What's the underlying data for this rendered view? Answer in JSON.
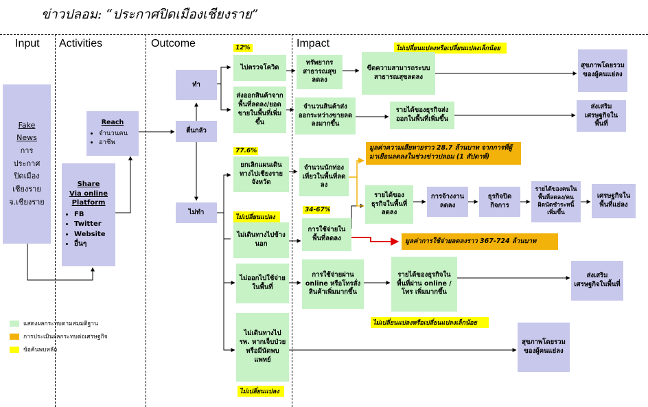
{
  "title": "ข่าวปลอม: “ประกาศปิดเมืองเชียงราย”",
  "columns": {
    "input": "Input",
    "activities": "Activities",
    "outcome": "Outcome",
    "impact": "Impact"
  },
  "input": {
    "line1": "Fake",
    "line2": "News",
    "line3": "การ",
    "line4": "ประกาศ",
    "line5": "ปิดเมือง",
    "line6": "เชียงราย",
    "line7": "จ.เชียงราย"
  },
  "activities": {
    "reach": {
      "title": "Reach",
      "items": [
        "จำนวนคน",
        "อาชีพ"
      ]
    },
    "share": {
      "title_1": "Share",
      "title_2": "Via online",
      "title_3": "Platform",
      "items": [
        "FB",
        "Twitter",
        "Website",
        "อื่นๆ"
      ]
    }
  },
  "outcome": {
    "panic": "ตื่นกลัว",
    "do": "ทำ",
    "not_do": "ไม่ทำ"
  },
  "nodes": {
    "go_covid": "ไปตรวจโควิด",
    "export_goods": "ส่งออกสินค้าจากพื้นที่ลดลง/ยอดขายในพื้นที่เพิ่มขึ้น",
    "resources": "ทรัพยากรสาธารณสุขลดลง",
    "health_capacity": "ขีดความสามารถระบบสาธารณสุขลดลง",
    "health_wellbeing_1": "สุขภาพโดยรวมของผู้คนแย่ลง",
    "goods_qty": "จำนวนสินค้าส่งออกระหว่างขายลดลงมากขึ้น",
    "revenue_rise": "รายได้ของธุรกิจส่งออกในพื้นที่เพิ่มขึ้น",
    "promote_econ_1": "ส่งเสริมเศรษฐกิจในพื้นที่",
    "cancel_travel": "ยกเลิกแผนเดินทางไปเชียงรายจังหวัด",
    "tourists_drop": "จำนวนนักท่องเที่ยวในพื้นที่ลดลง",
    "biz_income_drop": "รายได้ของธุรกิจในพื้นที่ลดลง",
    "employment": "การจ้างงานลดลง",
    "biz_close": "ธุรกิจปิดกิจการ",
    "debt": "รายได้ของคนในพื้นที่ลดลง/คนผิดนัดชำระหนี้เพิ่มขึ้น",
    "econ_worse": "เศรษฐกิจในพื้นที่แย่ลง",
    "no_travel_out": "ไม่เดินทางไปข้างนอก",
    "spend_drop": "การใช้จ่ายในพื้นที่ลดลง",
    "no_spend_local": "ไม่ออกไปใช้จ่ายในพื้นที่",
    "online_spend": "การใช้จ่ายผ่าน online หรือโทรสั่งสินค้าเพิ่มมากขึ้น",
    "online_revenue": "รายได้ของธุรกิจในพื้นที่ผ่าน online / โทร เพิ่มมากขึ้น",
    "promote_econ_2": "ส่งเสริมเศรษฐกิจในพื้นที่",
    "no_hospital": "ไม่เดินทางไป รพ. หากเจ็บป่วย หรือมีนัดพบแพทย์",
    "health_wellbeing_2": "สุขภาพโดยรวมของผู้คนแย่ลง"
  },
  "labels": {
    "pct_12": "12%",
    "pct_776": "77.6%",
    "pct_3467": "34-67%",
    "unchanged_top": "ไม่เปลี่ยนแปลงหรือเปลี่ยนแปลงเล็กน้อย",
    "unchanged_mid": "ไม่เปลี่ยนแปลง",
    "unchanged_online": "ไม่เปลี่ยนแปลงหรือเปลี่ยนแปลงเล็กน้อย",
    "unchanged_bottom": "ไม่เปลี่ยนแปลง",
    "damage_1": "มูลค่าความเสียหายราว 28.7 ล้านบาท จากการที่ผู้มาเยือนลดลงในช่วงข่าวปลอม (1 สัปดาห์)",
    "damage_2": "มูลค่าการใช้จ่ายลดลงราว 367-724 ล้านบาท"
  },
  "legend": [
    {
      "color": "#c6f2c6",
      "label": "แสดงผลกระทบตามสมมติฐาน"
    },
    {
      "color": "#f2b20a",
      "label": "การประเมินผลกระทบต่อเศรษฐกิจ"
    },
    {
      "color": "#ffff00",
      "label": "ข้อค้นพบหลัก"
    }
  ]
}
